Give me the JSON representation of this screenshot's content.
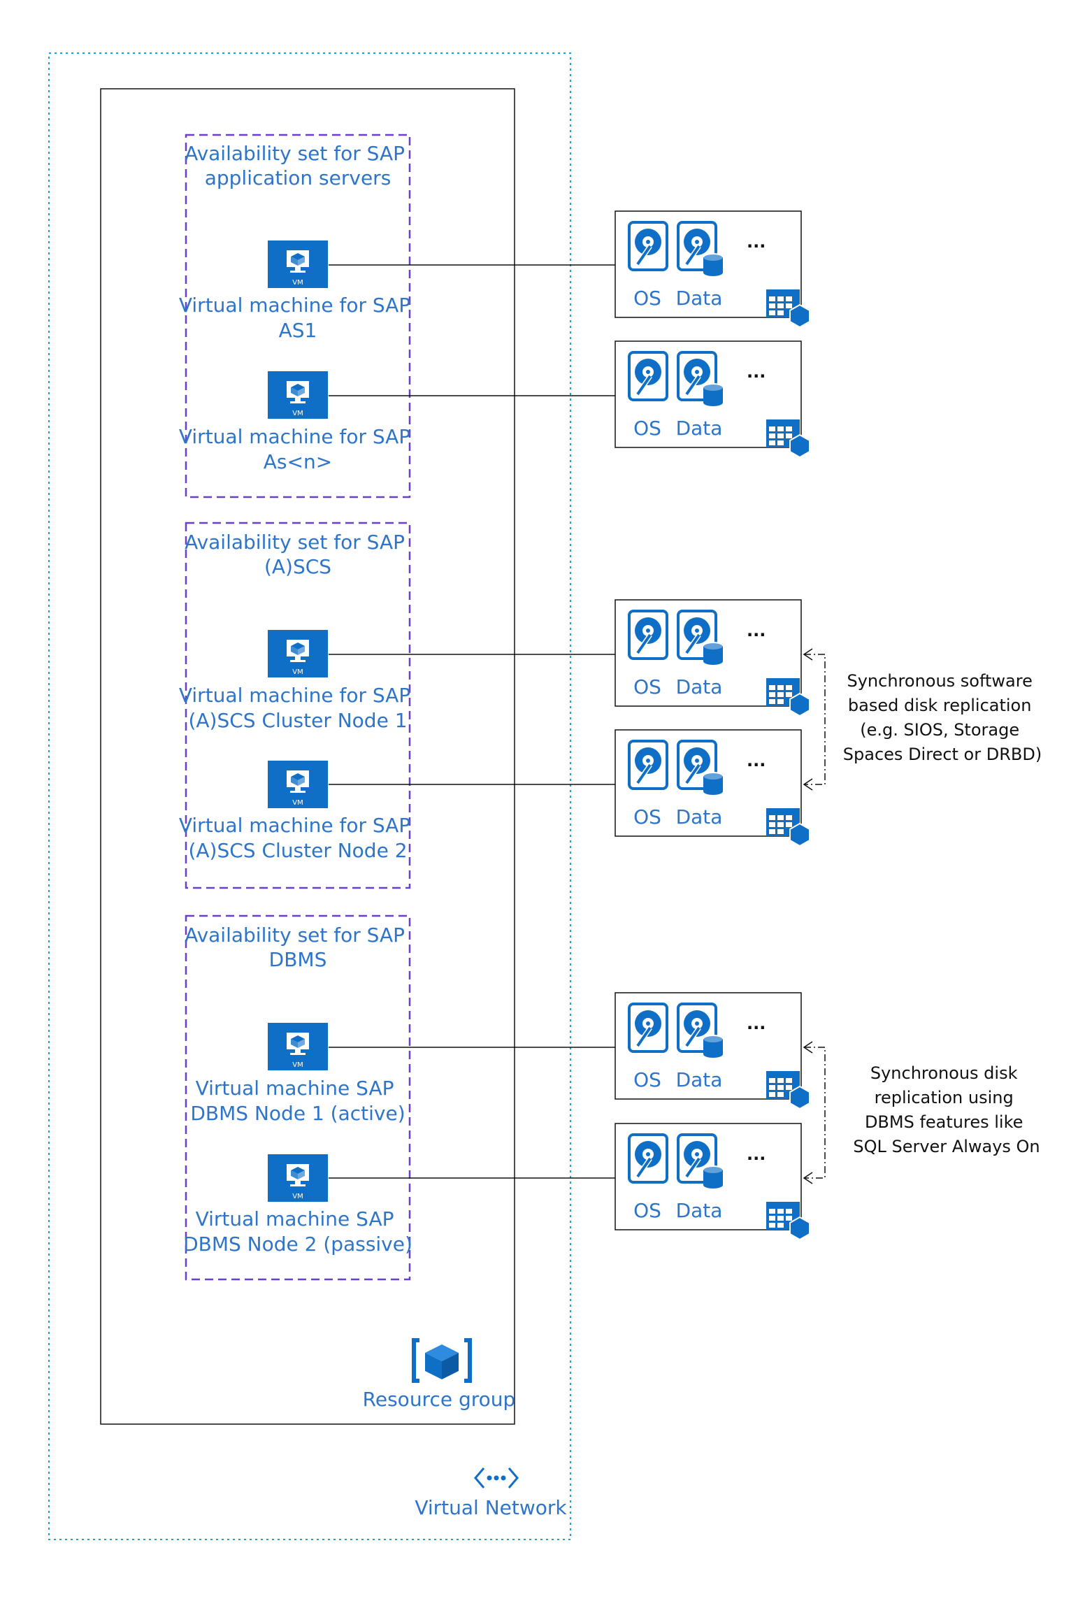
{
  "colors": {
    "accent_blue": "#0f6fc6",
    "label_blue": "#2e75c9",
    "availability_border": "#6a3fd0",
    "network_border": "#1e9ad6",
    "line": "#111111"
  },
  "virtual_network": {
    "label": "Virtual Network",
    "icon": "virtual-network-icon"
  },
  "resource_group": {
    "label": "Resource group",
    "icon": "resource-group-cube-icon"
  },
  "availability_sets": [
    {
      "title_lines": [
        "Availability set for SAP",
        "application servers"
      ],
      "vms": [
        {
          "label_lines": [
            "Virtual machine for SAP",
            "AS1"
          ]
        },
        {
          "label_lines": [
            "Virtual machine for SAP",
            "As<n>"
          ]
        }
      ]
    },
    {
      "title_lines": [
        "Availability set for SAP",
        "(A)SCS"
      ],
      "vms": [
        {
          "label_lines": [
            "Virtual machine for SAP",
            "(A)SCS Cluster Node 1"
          ]
        },
        {
          "label_lines": [
            "Virtual machine for SAP",
            "(A)SCS Cluster Node 2"
          ]
        }
      ]
    },
    {
      "title_lines": [
        "Availability set for SAP",
        "DBMS"
      ],
      "vms": [
        {
          "label_lines": [
            "Virtual machine SAP",
            "DBMS Node 1 (active)"
          ]
        },
        {
          "label_lines": [
            "Virtual machine SAP",
            "DBMS Node 2 (passive)"
          ]
        }
      ]
    }
  ],
  "vm_icon_text": "VM",
  "storage": {
    "os_label": "OS",
    "data_label": "Data",
    "ellipsis": "...",
    "icons": [
      "os-disk-icon",
      "data-disk-icon",
      "storage-table-icon"
    ]
  },
  "replication_notes": [
    {
      "lines": [
        "Synchronous software",
        "based disk replication",
        "(e.g. SIOS, Storage",
        "Spaces Direct or DRBD)"
      ]
    },
    {
      "lines": [
        "Synchronous disk",
        "replication using",
        "DBMS features like",
        "SQL Server Always On"
      ]
    }
  ]
}
